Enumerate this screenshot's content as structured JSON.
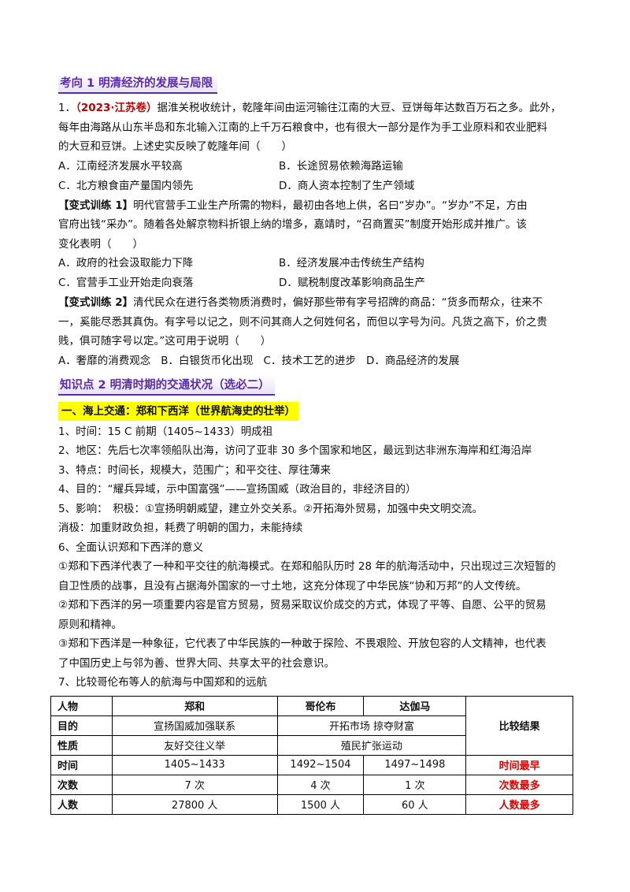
{
  "section1": {
    "heading": "考向 1 明清经济的发展与局限"
  },
  "q1": {
    "num": "1．",
    "source": "（2023·江苏卷）",
    "stem1": "据淮关税收统计，乾隆年间由运河输往江南的大豆、豆饼每年达数百万石之多。此外，",
    "stem2": "每年由海路从山东半岛和东北输入江南的上千万石粮食中，也有很大一部分是作为手工业原料和农业肥料",
    "stem3": "的大豆和豆饼。上述史实反映了乾隆年间（　　）",
    "A": "A．江南经济发展水平较高",
    "B": "B．长途贸易依赖海路运输",
    "C": "C．北方粮食亩产量国内领先",
    "D": "D．商人资本控制了生产领域"
  },
  "v1": {
    "label": "【变式训练 1】",
    "stem1": "明代官营手工业生产所需的物料，最初由各地上供，名曰“岁办”。“岁办”不足，方由",
    "stem2": "官府出钱“采办”。随着各处解京物料折银上纳的增多，嘉靖时，“召商置买”制度开始形成并推广。该",
    "stem3": "变化表明（　　）",
    "A": "A．政府的社会汲取能力下降",
    "B": "B．经济发展冲击传统生产结构",
    "C": "C．官营手工业开始走向衰落",
    "D": "D．赋税制度改革影响商品生产"
  },
  "v2": {
    "label": "【变式训练 2】",
    "stem1": "清代民众在进行各类物质消费时，偏好那些带有字号招牌的商品：“货多而帮众，往来不",
    "stem2": "一，奚能尽悉其真伪。有字号以记之，则不问其商人之何姓何名，而但以字号为问。凡货之高下，价之贵",
    "stem3": "贱，俱可随字号以定。”这可用于说明（　　）",
    "A": "A．奢靡的消费观念",
    "B": "B．白银货币化出现",
    "C": "C．技术工艺的进步",
    "D": "D．商品经济的发展"
  },
  "kp2": {
    "heading": "知识点 2 明清时期的交通状况（选必二）",
    "sub1": "一、海上交通：郑和下西洋（世界航海史的壮举）",
    "p1": "1、时间：15 C 前期（1405~1433）明成祖",
    "p2": "2、地区：先后七次率领船队出海，访问了亚非 30 多个国家和地区，最远到达非洲东海岸和红海沿岸",
    "p3": "3、特点：时间长，规模大，范围广；和平交往、厚往薄来",
    "p4": "4、目的：“耀兵异域，示中国富强”——宣扬国威（政治目的，非经济目的）",
    "p5": "5、影响：　积极：①宣扬明朝威望，建立外交关系。②开拓海外贸易，加强中央文明交流。",
    "p5b": "消极：加重财政负担，耗费了明朝的国力，未能持续",
    "p6": "6、全面认识郑和下西洋的意义",
    "m1a": "①郑和下西洋代表了一种和平交往的航海模式。在郑和船队历时 28 年的航海活动中，只出现过三次短暂的",
    "m1b": "自卫性质的战事，且没有占据海外国家的一寸土地，这充分体现了中华民族“协和万邦”的人文传统。",
    "m2a": "②郑和下西洋的另一项重要内容是官方贸易，贸易采取议价成交的方式，体现了平等、自愿、公平的贸易",
    "m2b": "原则和精神。",
    "m3a": "③郑和下西洋是一种象征，它代表了中华民族的一种敢于探险、不畏艰险、开放包容的人文精神，也代表",
    "m3b": "了中国历史上与邻为善、世界大同、共享太平的社会意识。",
    "p7": "7、比较哥伦布等人的航海与中国郑和的远航"
  },
  "table": {
    "h_person": "人物",
    "h_zhenghe": "郑和",
    "h_columbus": "哥伦布",
    "h_gama": "达伽马",
    "h_result": "比较结果",
    "r_purpose": "目的",
    "purpose_zh": "宣扬国威加强联系",
    "purpose_west": "开拓市场 掠夺财富",
    "r_nature": "性质",
    "nature_zh": "友好交往义举",
    "nature_west": "殖民扩张运动",
    "r_time": "时间",
    "time_zh": "1405~1433",
    "time_col": "1492~1504",
    "time_gama": "1497~1498",
    "time_res": "时间最早",
    "r_count": "次数",
    "count_zh": "7 次",
    "count_col": "4 次",
    "count_gama": "1 次",
    "count_res": "次数最多",
    "r_people": "人数",
    "people_zh": "27800 人",
    "people_col": "1500 人",
    "people_gama": "60 人",
    "people_res": "人数最多"
  }
}
